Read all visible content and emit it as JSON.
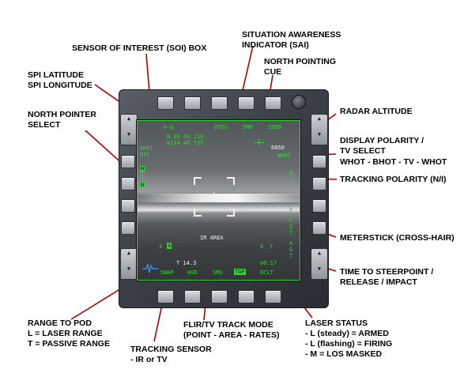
{
  "callouts": {
    "soi_box": "SENSOR OF INTEREST (SOI) BOX",
    "sai_line1": "SITUATION AWARENESS",
    "sai_line2": "INDICATOR (SAI)",
    "spi_lat": "SPI LATITUDE",
    "spi_lon": "SPI LONGITUDE",
    "north_cue_line1": "NORTH POINTING",
    "north_cue_line2": "CUE",
    "north_sel_line1": "NORTH POINTER",
    "north_sel_line2": "SELECT",
    "radar_alt": "RADAR ALTITUDE",
    "polarity_line1": "DISPLAY POLARITY /",
    "polarity_line2": "TV SELECT",
    "polarity_line3": "WHOT - BHOT - TV - WHOT",
    "tracking_polarity": "TRACKING POLARITY (N/I)",
    "meterstick": "METERSTICK (CROSS-HAIR)",
    "steer_line1": "TIME TO STEERPOINT /",
    "steer_line2": "RELEASE / IMPACT",
    "range_line1": "RANGE TO POD",
    "range_line2": "L = LASER RANGE",
    "range_line3": "T = PASSIVE RANGE",
    "flir_line1": "FLIR/TV TRACK MODE",
    "flir_line2": "(POINT - AREA - RATES)",
    "laser_line1": "LASER STATUS",
    "laser_line2": "- L (steady) = ARMED",
    "laser_line3": "- L (flashing) = FIRING",
    "laser_line4": "- M = LOS MASKED",
    "tracking_sensor_line1": "TRACKING SENSOR",
    "tracking_sensor_line2": "- IR or TV"
  },
  "screen": {
    "track_mode": "IR AREA",
    "range": "T 14.3",
    "time": "00:17",
    "radar_alt": "6050",
    "num_3": "3",
    "num_4": "4",
    "num_6": "6",
    "num_7": "7",
    "osb": [
      "SWAP",
      "HSD",
      "SMS",
      "TGP",
      "DCLT"
    ],
    "top_left": "A-G",
    "top_mid": "DTGS",
    "top_r1": "5NM",
    "top_r2": "ZOOM",
    "spi_lat": "N 36 04.110",
    "spi_lon": "W114 48.735",
    "left_1": "XMIT",
    "left_2": "OFF",
    "north_col": [
      "M",
      "A",
      "N"
    ],
    "right_1": "WHOT",
    "right_2": "N",
    "right_3": "T",
    "right_col": [
      "P",
      "C",
      "Z",
      "T",
      "A",
      "G",
      "T"
    ]
  },
  "colors": {
    "symbology": "#3bd23b",
    "leader": "#b00000"
  }
}
